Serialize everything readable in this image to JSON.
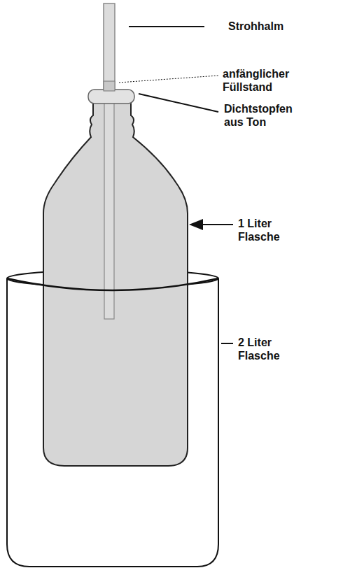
{
  "diagram": {
    "labels": [
      "Strohhalm",
      "anfänglicher Füllstand",
      "Dichtstopfen aus Ton",
      "1 Liter Flasche",
      "2 Liter Flasche"
    ]
  }
}
